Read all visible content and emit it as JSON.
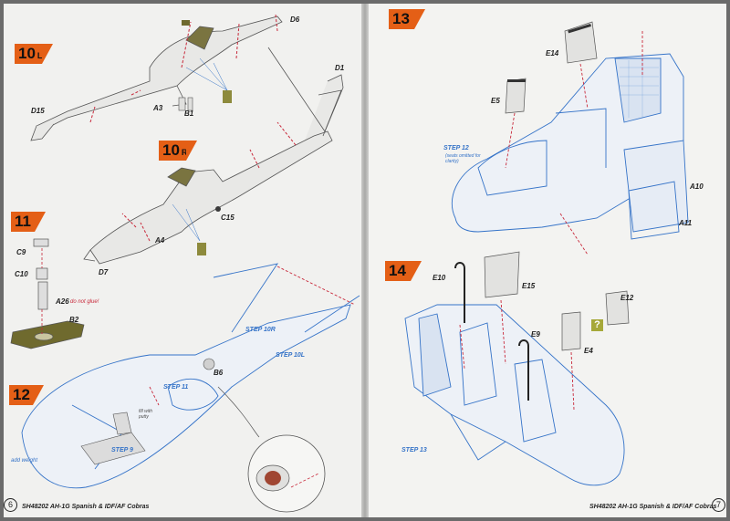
{
  "left_page": {
    "steps": {
      "s10l": {
        "num": "10",
        "suffix": "L"
      },
      "s10r": {
        "num": "10",
        "suffix": "R"
      },
      "s11": {
        "num": "11"
      },
      "s12": {
        "num": "12"
      }
    },
    "parts": {
      "d6": "D6",
      "d1": "D1",
      "d15": "D15",
      "a3": "A3",
      "b1": "B1",
      "c15": "C15",
      "a4": "A4",
      "d7": "D7",
      "c9": "C9",
      "c10": "C10",
      "a26": "A26",
      "b2": "B2",
      "b6": "B6"
    },
    "notes": {
      "do_not_glue": "do not glue!",
      "step10r": "STEP 10R",
      "step10l": "STEP 10L",
      "step11": "STEP 11",
      "step9": "STEP 9",
      "fill_putty": "fill with putty",
      "add_weight": "add weight"
    },
    "footer": "SH48202 AH-1G Spanish & IDF/AF Cobras",
    "page_number": "6"
  },
  "right_page": {
    "steps": {
      "s13": {
        "num": "13"
      },
      "s14": {
        "num": "14"
      }
    },
    "parts": {
      "e14": "E14",
      "e5": "E5",
      "a10": "A10",
      "a11": "A11",
      "e10": "E10",
      "e15": "E15",
      "e12": "E12",
      "e9": "E9",
      "e4": "E4"
    },
    "notes": {
      "step12_title": "STEP 12",
      "step12_sub": "(seats omitted for clarity)",
      "step13": "STEP 13",
      "qmark": "?"
    },
    "footer": "SH48202 AH-1G Spanish & IDF/AF Cobras",
    "page_number": "7"
  },
  "colors": {
    "step_flag": "#e45f16",
    "blue_lines": "#3573c8",
    "red_arrows": "#c8283a",
    "olive_part": "#6f6a2e",
    "paper": "#f1f1ef"
  }
}
